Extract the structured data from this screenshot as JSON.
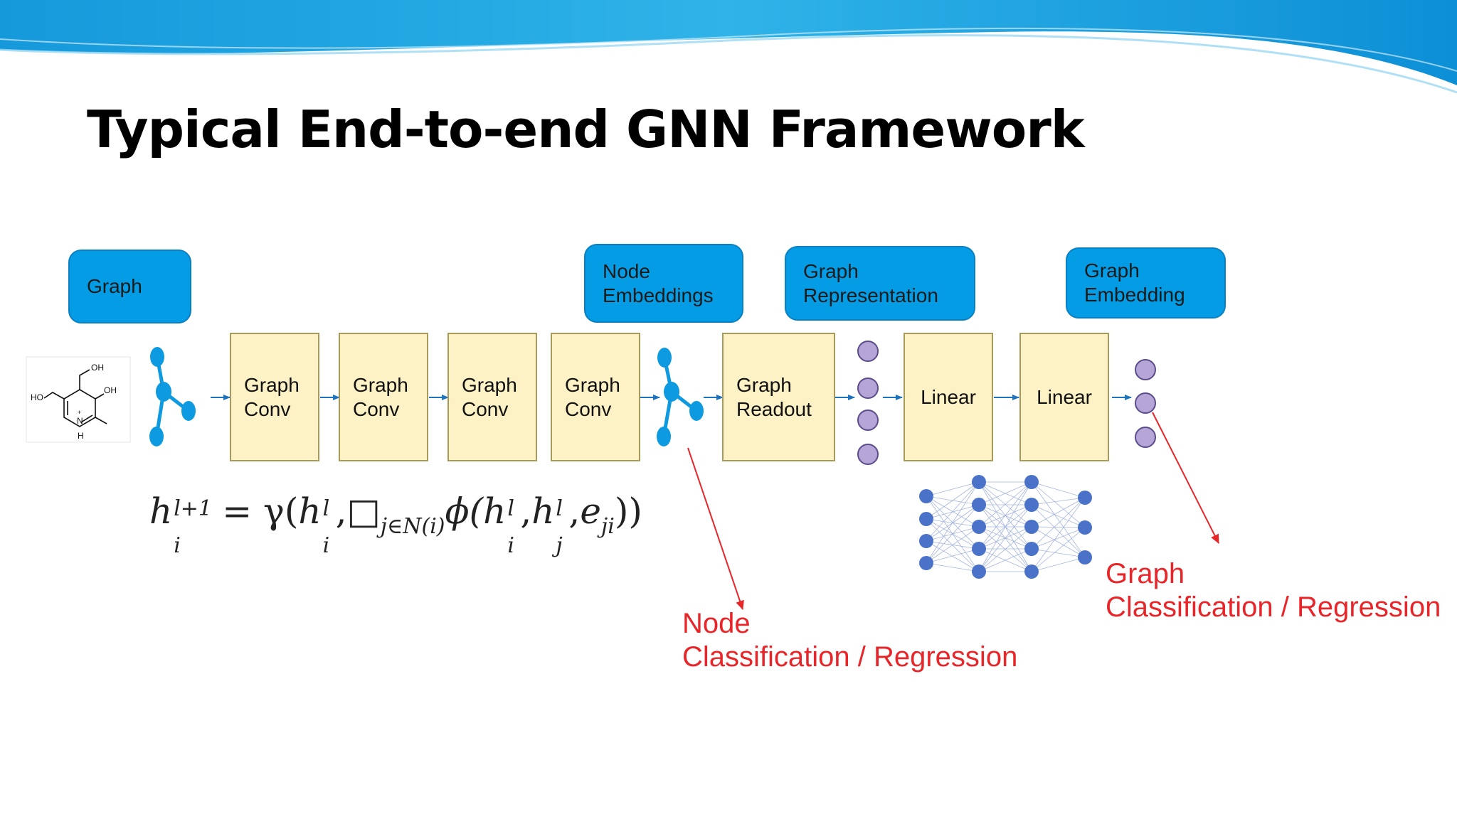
{
  "title": "Typical End-to-end GNN Framework",
  "labels": {
    "graph": [
      "Graph"
    ],
    "node_embeddings": [
      "Node",
      "Embeddings"
    ],
    "graph_representation": [
      "Graph",
      "Representation"
    ],
    "graph_embedding": [
      "Graph",
      "Embedding"
    ]
  },
  "layers": {
    "conv1": [
      "Graph",
      "Conv"
    ],
    "conv2": [
      "Graph",
      "Conv"
    ],
    "conv3": [
      "Graph",
      "Conv"
    ],
    "conv4": [
      "Graph",
      "Conv"
    ],
    "readout": [
      "Graph",
      "Readout"
    ],
    "linear1": "Linear",
    "linear2": "Linear"
  },
  "molecule": {
    "oh_top": "OH",
    "oh_right": "OH",
    "ho_left": "HO",
    "n": "N",
    "h": "H",
    "plus": "+"
  },
  "formula": {
    "h": "h",
    "i": "i",
    "l1": "l+1",
    "eq": "= γ(",
    "l": "l",
    "comma": ",",
    "box": "□",
    "jni": "j∈N(i)",
    "phi": "ϕ(",
    "j": "j",
    "eji": "e",
    "ji": "ji",
    "close": "))"
  },
  "outputs": {
    "node": [
      "Node",
      "Classification / Regression"
    ],
    "graph": [
      "Graph",
      "Classification / Regression"
    ]
  },
  "colors": {
    "blue_box": "#049DE5",
    "yellow_box": "#FDF1C6",
    "node_blue": "#0E9AE0",
    "purple_node": "#B6A6D8",
    "red": "#E8262A",
    "nn_node": "#4A72C8"
  }
}
